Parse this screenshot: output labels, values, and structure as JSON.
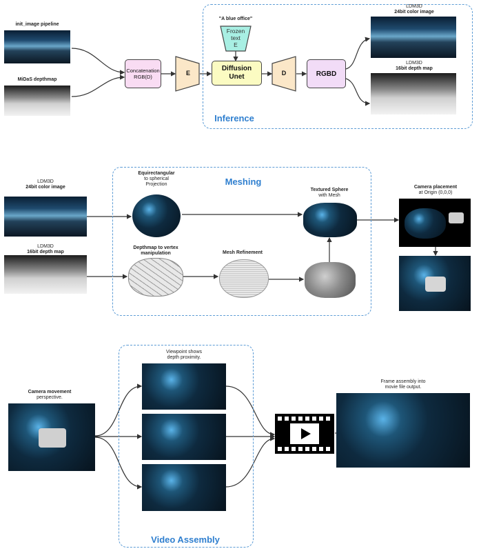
{
  "inference": {
    "title": "Inference",
    "init_image": "init_image pipeline",
    "midas": "MiDaS depthmap",
    "prompt": "\"A blue office\"",
    "frozen_text_line1": "Frozen",
    "frozen_text_line2": "text",
    "frozen_text_line3": "E",
    "concat_line1": "Concatenation",
    "concat_line2": "RGB(D)",
    "encoder": "E",
    "unet_line1": "Diffusion",
    "unet_line2": "Unet",
    "decoder": "D",
    "rgbd": "RGBD",
    "out_color_line1": "LDM3D",
    "out_color_line2": "24bit color image",
    "out_depth_line1": "LDM3D",
    "out_depth_line2": "16bit depth map"
  },
  "meshing": {
    "title": "Meshing",
    "in_color_line1": "LDM3D",
    "in_color_line2": "24bit color image",
    "in_depth_line1": "LDM3D",
    "in_depth_line2": "16bit depth map",
    "equirect_line1": "Equirectangular",
    "equirect_line2": "to spherical",
    "equirect_line3": "Projection",
    "depth_vertex_line1": "Depthmap to vertex",
    "depth_vertex_line2": "manipulation",
    "refine": "Mesh Refinement",
    "textured_line1": "Textured Sphere",
    "textured_line2": "with Mesh",
    "camera_line1": "Camera placement",
    "camera_line2": "at Origin (0,0,0)"
  },
  "video": {
    "title": "Video Assembly",
    "camera_line1": "Camera movement",
    "camera_line2": "perspective.",
    "viewpoint_line1": "Viewpoint shows",
    "viewpoint_line2": "depth proximity.",
    "frame_line1": "Frame assembly into",
    "frame_line2": "movie file output."
  },
  "colors": {
    "concat": "#f9dcf3",
    "encoder": "#fbe7c8",
    "unet": "#fbfbc2",
    "frozen": "#a8efe3",
    "rgbd": "#f2dcf7",
    "group_border": "#5b9bd5",
    "title": "#2f7fcf"
  }
}
